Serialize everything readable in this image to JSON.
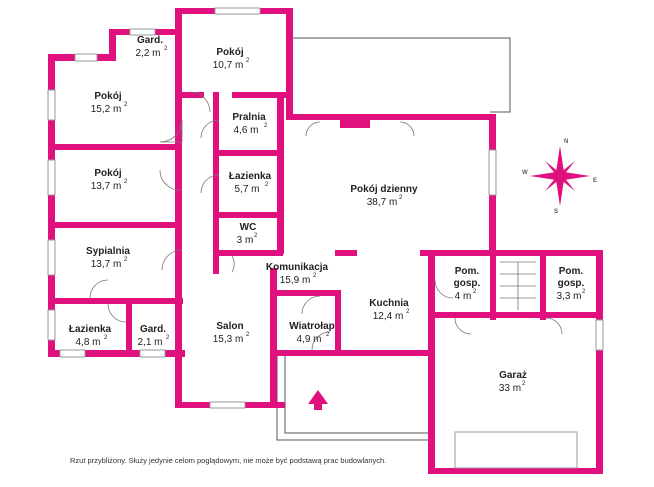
{
  "colors": {
    "wall": "#e0117f",
    "compass": "#e0117f"
  },
  "rooms": [
    {
      "id": "gard1",
      "name": "Gard.",
      "area": "2,2 m",
      "sup": "2"
    },
    {
      "id": "pokoj1",
      "name": "Pokój",
      "area": "10,7 m",
      "sup": "2"
    },
    {
      "id": "pokoj2",
      "name": "Pokój",
      "area": "15,2 m",
      "sup": "2"
    },
    {
      "id": "pralnia",
      "name": "Pralnia",
      "area": "4,6 m",
      "sup": "2"
    },
    {
      "id": "pokoj3",
      "name": "Pokój",
      "area": "13,7 m",
      "sup": "2"
    },
    {
      "id": "lazienka1",
      "name": "Łazienka",
      "area": "5,7 m",
      "sup": "2"
    },
    {
      "id": "dzienny",
      "name": "Pokój dzienny",
      "area": "38,7 m",
      "sup": "2"
    },
    {
      "id": "wc",
      "name": "WC",
      "area": "3 m",
      "sup": "2"
    },
    {
      "id": "sypialnia",
      "name": "Sypialnia",
      "area": "13,7 m",
      "sup": "2"
    },
    {
      "id": "komunikacja",
      "name": "Komunikacja",
      "area": "15,9 m",
      "sup": "2"
    },
    {
      "id": "pomgosp1",
      "name": "Pom.",
      "name2": "gosp.",
      "area": "4 m",
      "sup": "2"
    },
    {
      "id": "pomgosp2",
      "name": "Pom.",
      "name2": "gosp.",
      "area": "3,3 m",
      "sup": "2"
    },
    {
      "id": "kuchnia",
      "name": "Kuchnia",
      "area": "12,4 m",
      "sup": "2"
    },
    {
      "id": "lazienka2",
      "name": "Łazienka",
      "area": "4,8 m",
      "sup": "2"
    },
    {
      "id": "gard2",
      "name": "Gard.",
      "area": "2,1 m",
      "sup": "2"
    },
    {
      "id": "salon",
      "name": "Salon",
      "area": "15,3 m",
      "sup": "2"
    },
    {
      "id": "wiatrolap",
      "name": "Wiatrołap",
      "area": "4,9 m",
      "sup": "2"
    },
    {
      "id": "garaz",
      "name": "Garaż",
      "area": "33 m",
      "sup": "2"
    }
  ],
  "compass": {
    "n": "N",
    "e": "E",
    "s": "S",
    "w": "W"
  },
  "note": "Rzut przybliżony. Służy jedynie celom poglądowym, nie może być podstawą prac budowlanych."
}
